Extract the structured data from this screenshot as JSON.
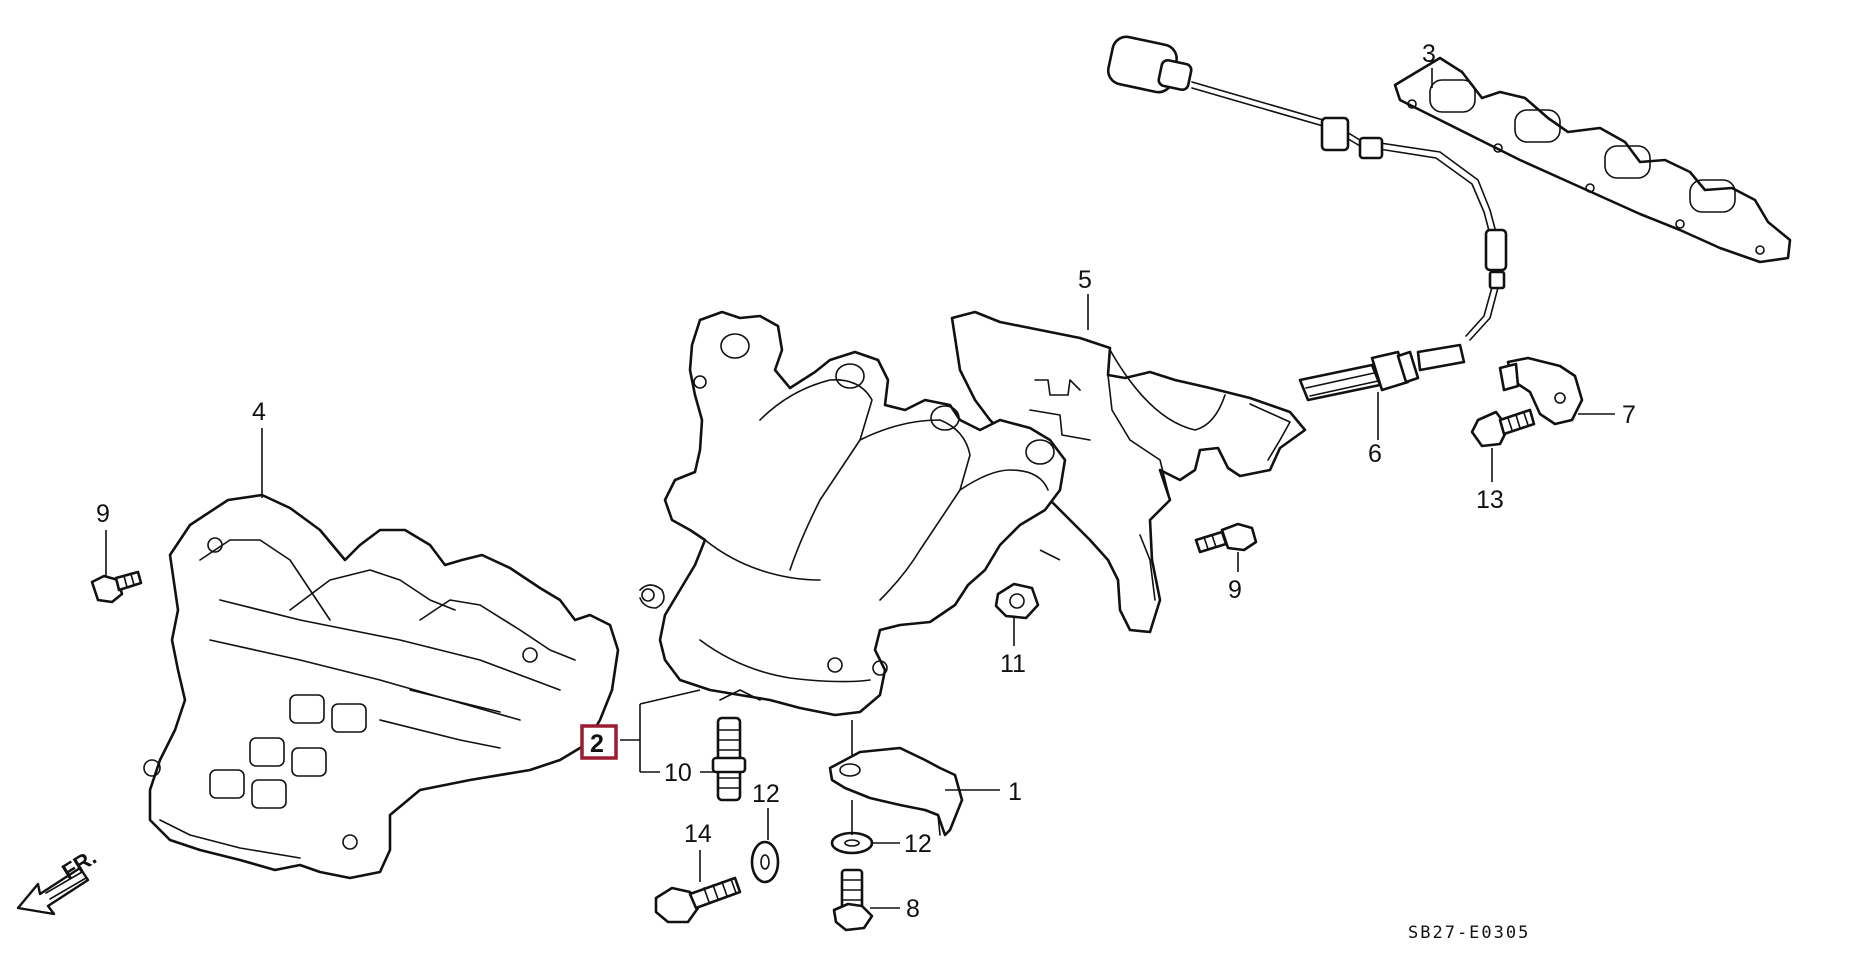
{
  "callouts": {
    "c1": "1",
    "c2": "2",
    "c3": "3",
    "c4": "4",
    "c5": "5",
    "c6": "6",
    "c7": "7",
    "c8": "8",
    "c9a": "9",
    "c9b": "9",
    "c10": "10",
    "c11": "11",
    "c12a": "12",
    "c12b": "12",
    "c13": "13",
    "c14": "14"
  },
  "direction_label": "FR.",
  "drawing_code": "SB27-E0305",
  "highlight_color": "#9b1b30"
}
